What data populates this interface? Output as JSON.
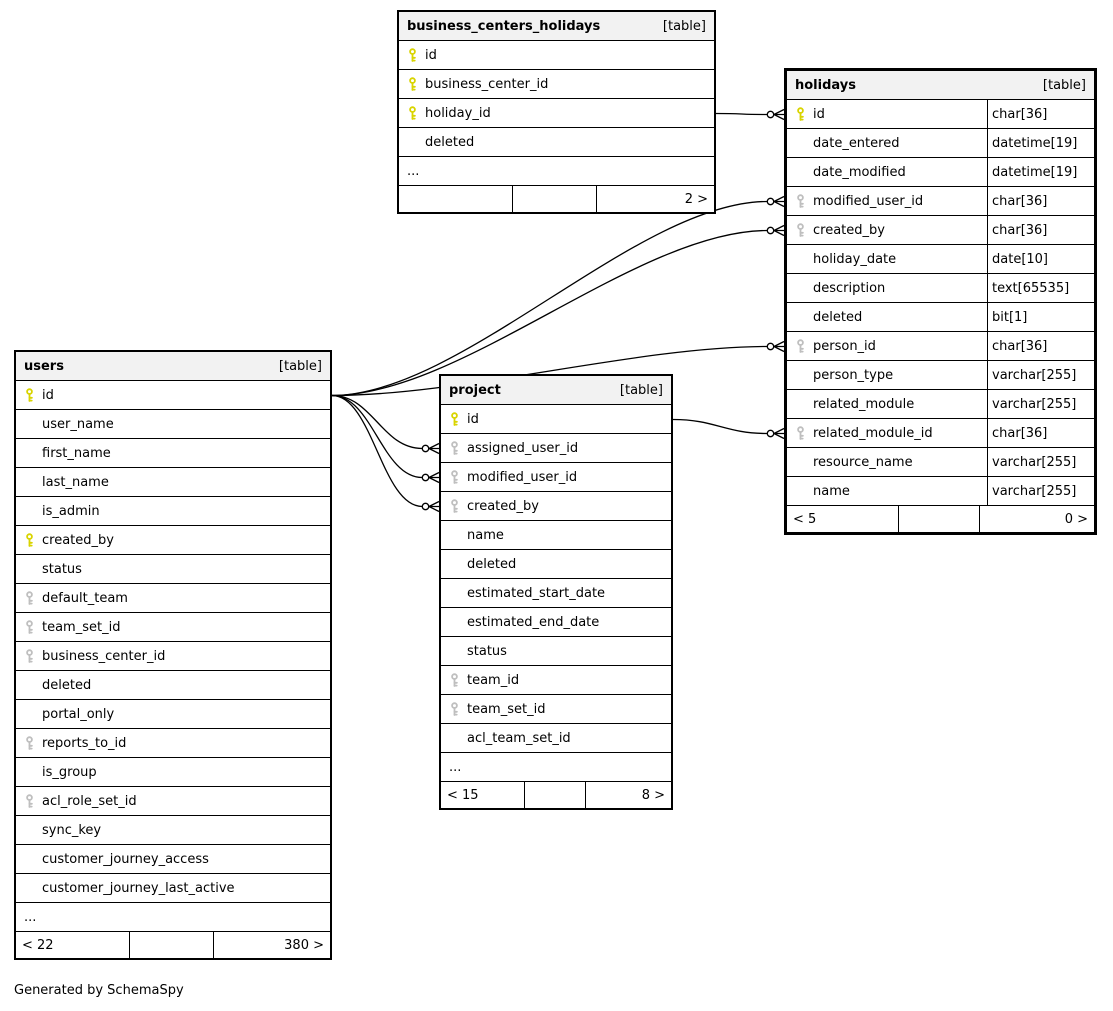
{
  "generator": "Generated by SchemaSpy",
  "colors": {
    "pk_key": "#d9d400",
    "fk_key": "#bfbfbf",
    "line": "#000000",
    "header_bg": "#f2f2f2"
  },
  "tables": {
    "business_centers_holidays": {
      "title": "business_centers_holidays",
      "badge": "[table]",
      "has_types": false,
      "rows": [
        {
          "icon": "primary-key",
          "name": "id"
        },
        {
          "icon": "primary-key",
          "name": "business_center_id"
        },
        {
          "icon": "primary-key",
          "name": "holiday_id"
        },
        {
          "icon": "",
          "name": "deleted"
        },
        {
          "icon": "",
          "name": "...",
          "ellipsis": true
        }
      ],
      "footer": [
        "",
        "",
        "2 >"
      ]
    },
    "holidays": {
      "title": "holidays",
      "badge": "[table]",
      "has_types": true,
      "rows": [
        {
          "icon": "primary-key",
          "name": "id",
          "type": "char[36]"
        },
        {
          "icon": "",
          "name": "date_entered",
          "type": "datetime[19]"
        },
        {
          "icon": "",
          "name": "date_modified",
          "type": "datetime[19]"
        },
        {
          "icon": "foreign-key",
          "name": "modified_user_id",
          "type": "char[36]"
        },
        {
          "icon": "foreign-key",
          "name": "created_by",
          "type": "char[36]"
        },
        {
          "icon": "",
          "name": "holiday_date",
          "type": "date[10]"
        },
        {
          "icon": "",
          "name": "description",
          "type": "text[65535]"
        },
        {
          "icon": "",
          "name": "deleted",
          "type": "bit[1]"
        },
        {
          "icon": "foreign-key",
          "name": "person_id",
          "type": "char[36]"
        },
        {
          "icon": "",
          "name": "person_type",
          "type": "varchar[255]"
        },
        {
          "icon": "",
          "name": "related_module",
          "type": "varchar[255]"
        },
        {
          "icon": "foreign-key",
          "name": "related_module_id",
          "type": "char[36]"
        },
        {
          "icon": "",
          "name": "resource_name",
          "type": "varchar[255]"
        },
        {
          "icon": "",
          "name": "name",
          "type": "varchar[255]"
        }
      ],
      "footer": [
        "< 5",
        "",
        "0 >"
      ]
    },
    "users": {
      "title": "users",
      "badge": "[table]",
      "has_types": false,
      "rows": [
        {
          "icon": "primary-key",
          "name": "id"
        },
        {
          "icon": "",
          "name": "user_name"
        },
        {
          "icon": "",
          "name": "first_name"
        },
        {
          "icon": "",
          "name": "last_name"
        },
        {
          "icon": "",
          "name": "is_admin"
        },
        {
          "icon": "primary-key",
          "name": "created_by"
        },
        {
          "icon": "",
          "name": "status"
        },
        {
          "icon": "foreign-key",
          "name": "default_team"
        },
        {
          "icon": "foreign-key",
          "name": "team_set_id"
        },
        {
          "icon": "foreign-key",
          "name": "business_center_id"
        },
        {
          "icon": "",
          "name": "deleted"
        },
        {
          "icon": "",
          "name": "portal_only"
        },
        {
          "icon": "foreign-key",
          "name": "reports_to_id"
        },
        {
          "icon": "",
          "name": "is_group"
        },
        {
          "icon": "foreign-key",
          "name": "acl_role_set_id"
        },
        {
          "icon": "",
          "name": "sync_key"
        },
        {
          "icon": "",
          "name": "customer_journey_access"
        },
        {
          "icon": "",
          "name": "customer_journey_last_active"
        },
        {
          "icon": "",
          "name": "...",
          "ellipsis": true
        }
      ],
      "footer": [
        "< 22",
        "",
        "380 >"
      ]
    },
    "project": {
      "title": "project",
      "badge": "[table]",
      "has_types": false,
      "rows": [
        {
          "icon": "primary-key",
          "name": "id"
        },
        {
          "icon": "foreign-key",
          "name": "assigned_user_id"
        },
        {
          "icon": "foreign-key",
          "name": "modified_user_id"
        },
        {
          "icon": "foreign-key",
          "name": "created_by"
        },
        {
          "icon": "",
          "name": "name"
        },
        {
          "icon": "",
          "name": "deleted"
        },
        {
          "icon": "",
          "name": "estimated_start_date"
        },
        {
          "icon": "",
          "name": "estimated_end_date"
        },
        {
          "icon": "",
          "name": "status"
        },
        {
          "icon": "foreign-key",
          "name": "team_id"
        },
        {
          "icon": "foreign-key",
          "name": "team_set_id"
        },
        {
          "icon": "",
          "name": "acl_team_set_id"
        },
        {
          "icon": "",
          "name": "...",
          "ellipsis": true
        }
      ],
      "footer": [
        "< 15",
        "",
        "8 >"
      ]
    }
  },
  "relations": [
    {
      "from": "business_centers_holidays.holiday_id",
      "to": "holidays.id"
    },
    {
      "from": "users.id",
      "to": "holidays.modified_user_id"
    },
    {
      "from": "users.id",
      "to": "holidays.created_by"
    },
    {
      "from": "users.id",
      "to": "holidays.person_id"
    },
    {
      "from": "users.id",
      "to": "project.assigned_user_id"
    },
    {
      "from": "users.id",
      "to": "project.modified_user_id"
    },
    {
      "from": "users.id",
      "to": "project.created_by"
    },
    {
      "from": "project.id",
      "to": "holidays.related_module_id"
    }
  ]
}
